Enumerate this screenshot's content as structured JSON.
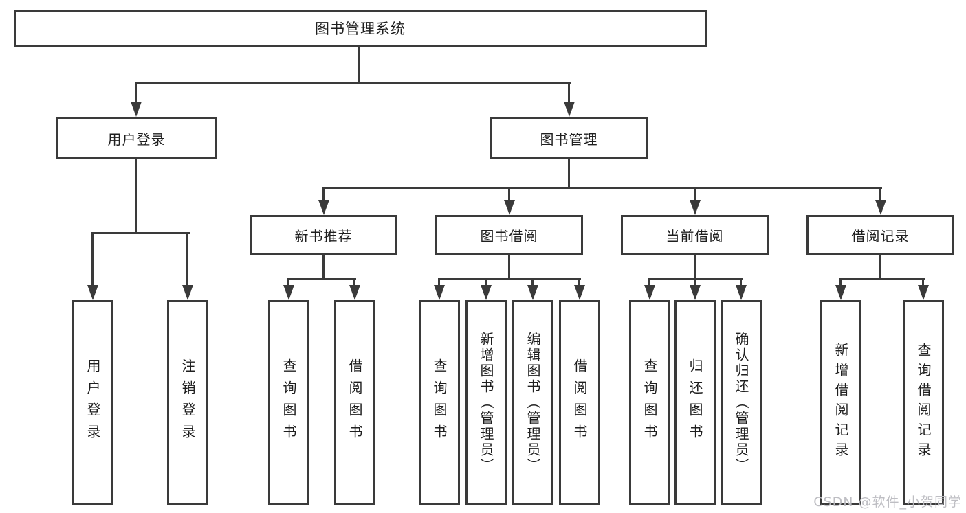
{
  "tree": {
    "label": "图书管理系统",
    "children": [
      {
        "label": "用户登录",
        "children": [
          {
            "label": "用户登录"
          },
          {
            "label": "注销登录"
          }
        ]
      },
      {
        "label": "图书管理",
        "children": [
          {
            "label": "新书推荐",
            "children": [
              {
                "label": "查询图书"
              },
              {
                "label": "借阅图书"
              }
            ]
          },
          {
            "label": "图书借阅",
            "children": [
              {
                "label": "查询图书"
              },
              {
                "label": "新增图书（管理员）"
              },
              {
                "label": "编辑图书（管理员）"
              },
              {
                "label": "借阅图书"
              }
            ]
          },
          {
            "label": "当前借阅",
            "children": [
              {
                "label": "查询图书"
              },
              {
                "label": "归还图书"
              },
              {
                "label": "确认归还（管理员）"
              }
            ]
          },
          {
            "label": "借阅记录",
            "children": [
              {
                "label": "新增借阅记录"
              },
              {
                "label": "查询借阅记录"
              }
            ]
          }
        ]
      }
    ]
  },
  "watermark": {
    "text": "CSDN @软件_小贺同学"
  },
  "colors": {
    "line": "#3a3a3a",
    "text": "#1f1f1f",
    "watermark": "#babac0",
    "background": "#ffffff"
  }
}
